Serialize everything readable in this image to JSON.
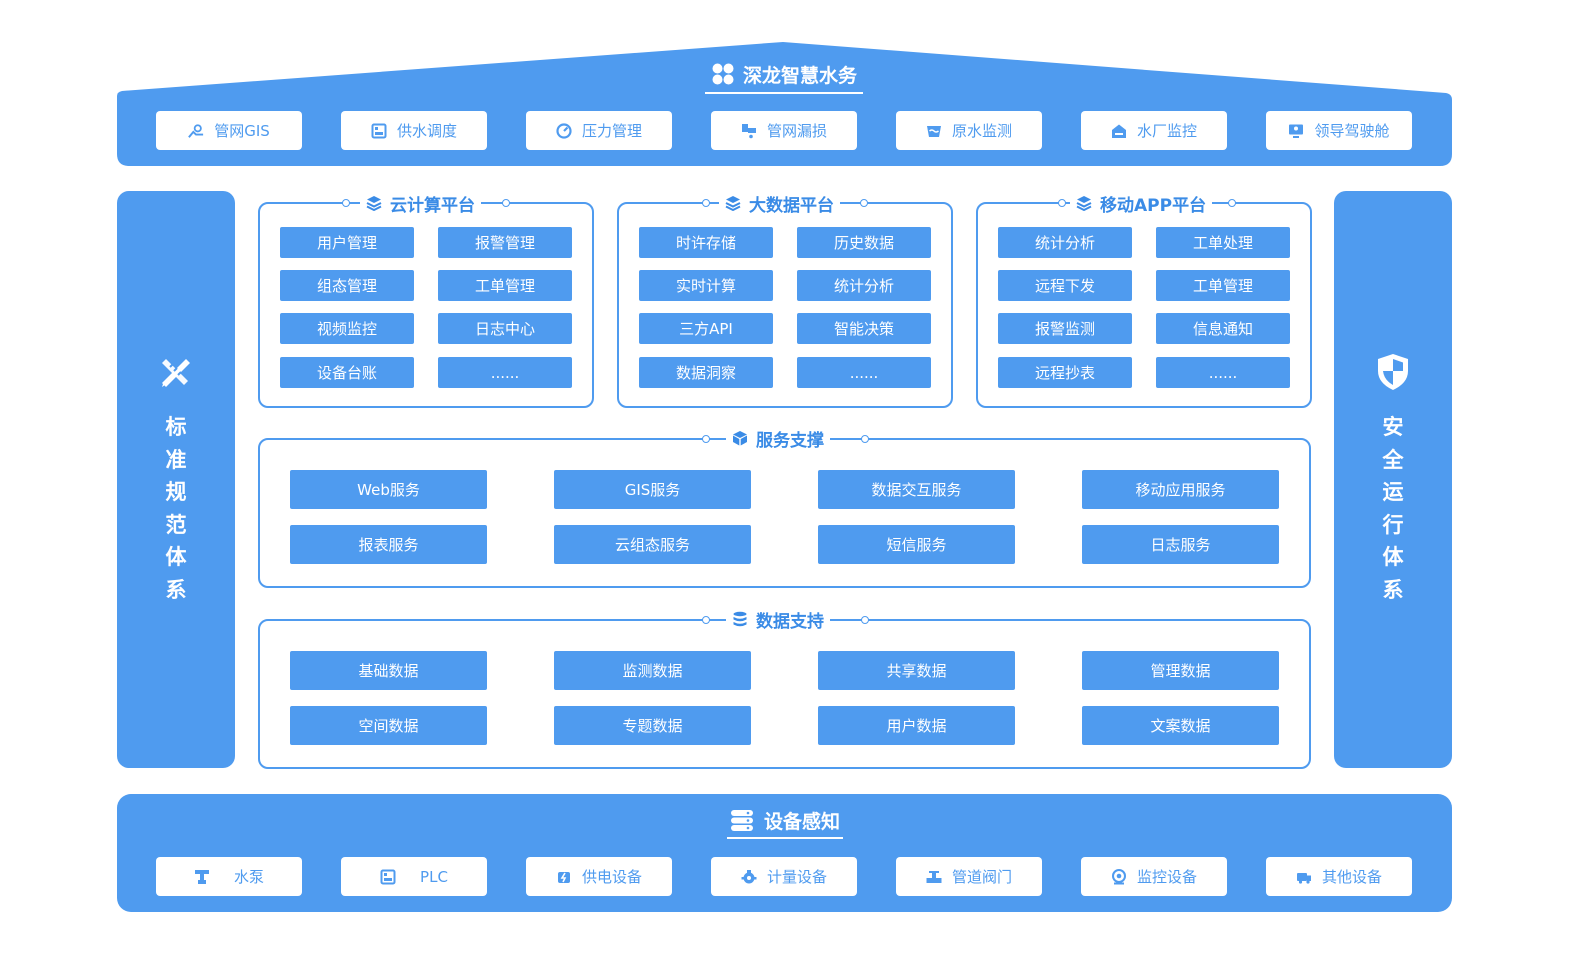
{
  "colors": {
    "primary": "#4f9bef",
    "title_text": "#3a8be6",
    "white": "#ffffff"
  },
  "header": {
    "title": "深龙智慧水务",
    "title_icon": "clover-grid-icon",
    "apps": [
      {
        "label": "管网GIS",
        "icon": "map-pin-user-icon"
      },
      {
        "label": "供水调度",
        "icon": "plc-board-icon"
      },
      {
        "label": "压力管理",
        "icon": "gauge-icon"
      },
      {
        "label": "管网漏损",
        "icon": "leak-pipe-icon"
      },
      {
        "label": "原水监测",
        "icon": "water-tank-icon"
      },
      {
        "label": "水厂监控",
        "icon": "factory-home-icon"
      },
      {
        "label": "领导驾驶舱",
        "icon": "monitor-user-icon"
      }
    ]
  },
  "left_pillar": {
    "icon": "ruler-pencil-icon",
    "text": [
      "标",
      "准",
      "规",
      "范",
      "体",
      "系"
    ]
  },
  "right_pillar": {
    "icon": "shield-icon",
    "text": [
      "安",
      "全",
      "运",
      "行",
      "体",
      "系"
    ]
  },
  "platforms": [
    {
      "title": "云计算平台",
      "icon": "layers-icon",
      "items": [
        "用户管理",
        "报警管理",
        "组态管理",
        "工单管理",
        "视频监控",
        "日志中心",
        "设备台账",
        "......"
      ]
    },
    {
      "title": "大数据平台",
      "icon": "layers-icon",
      "items": [
        "时许存储",
        "历史数据",
        "实时计算",
        "统计分析",
        "三方API",
        "智能决策",
        "数据洞察",
        "......"
      ]
    },
    {
      "title": "移动APP平台",
      "icon": "layers-icon",
      "items": [
        "统计分析",
        "工单处理",
        "远程下发",
        "工单管理",
        "报警监测",
        "信息通知",
        "远程抄表",
        "......"
      ]
    }
  ],
  "service": {
    "title": "服务支撑",
    "icon": "cube-icon",
    "items": [
      "Web服务",
      "GIS服务",
      "数据交互服务",
      "移动应用服务",
      "报表服务",
      "云组态服务",
      "短信服务",
      "日志服务"
    ]
  },
  "data_support": {
    "title": "数据支持",
    "icon": "database-icon",
    "items": [
      "基础数据",
      "监测数据",
      "共享数据",
      "管理数据",
      "空间数据",
      "专题数据",
      "用户数据",
      "文案数据"
    ]
  },
  "devices": {
    "title": "设备感知",
    "icon": "server-stack-icon",
    "items": [
      {
        "label": "水泵",
        "icon": "pump-icon"
      },
      {
        "label": "PLC",
        "icon": "plc-board-icon"
      },
      {
        "label": "供电设备",
        "icon": "power-plug-icon"
      },
      {
        "label": "计量设备",
        "icon": "meter-icon"
      },
      {
        "label": "管道阀门",
        "icon": "valve-icon"
      },
      {
        "label": "监控设备",
        "icon": "camera-icon"
      },
      {
        "label": "其他设备",
        "icon": "device-truck-icon"
      }
    ]
  }
}
